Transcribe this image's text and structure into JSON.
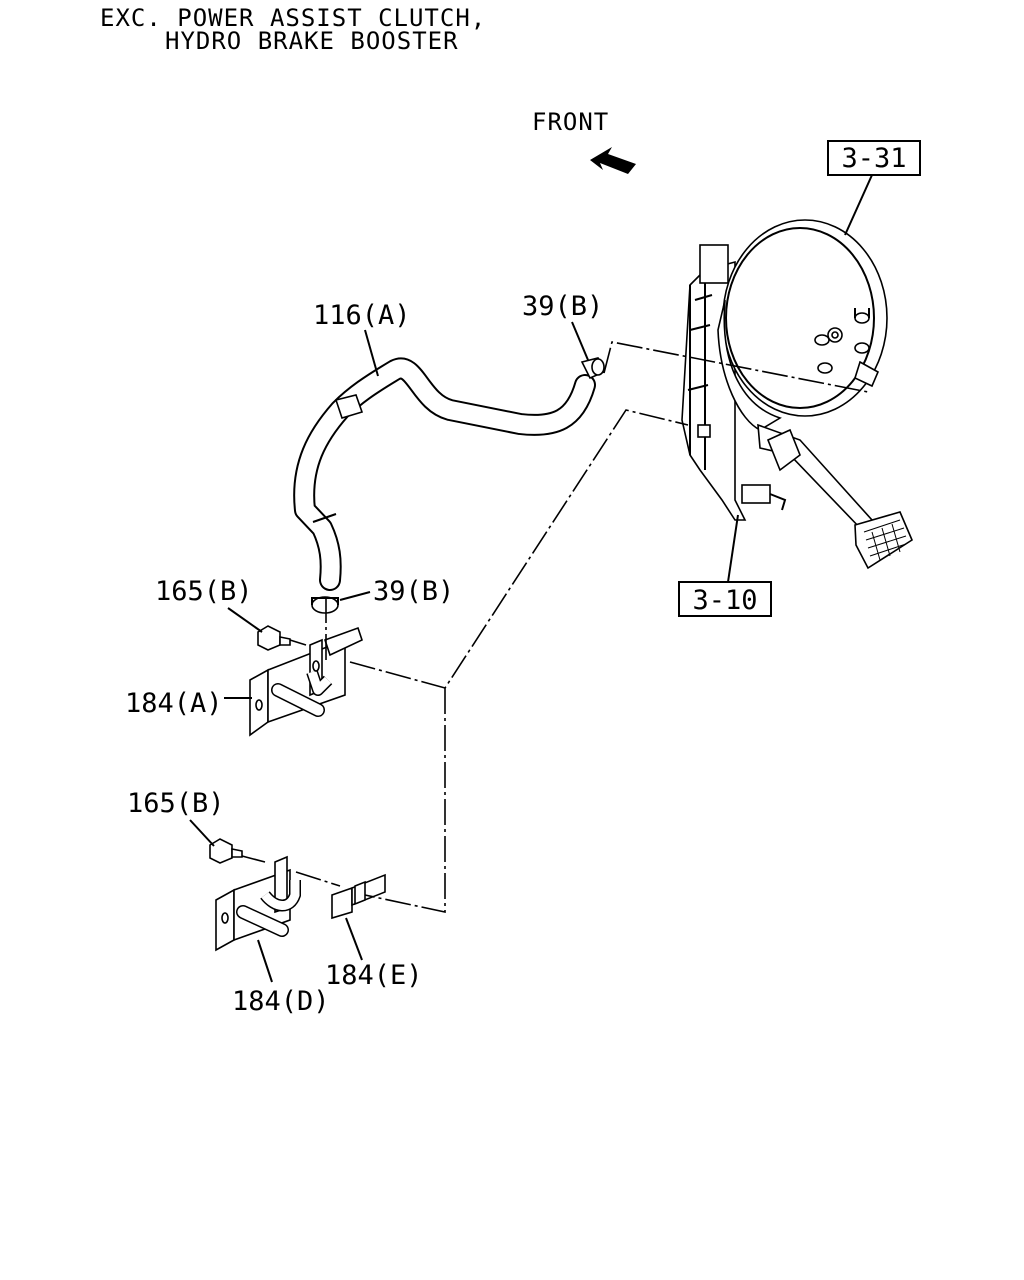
{
  "header": {
    "line1": "EXC. POWER ASSIST CLUTCH,",
    "line2": "HYDRO BRAKE BOOSTER"
  },
  "direction": {
    "label": "FRONT",
    "icon": "arrow-front-icon"
  },
  "callouts": {
    "ref_booster": "3-31",
    "ref_pedal": "3-10",
    "hose": "116(A)",
    "clip_top": "39(B)",
    "clip_mid": "39(B)",
    "bolt_upper": "165(B)",
    "bracket_a": "184(A)",
    "bolt_lower": "165(B)",
    "bracket_d": "184(D)",
    "bracket_e": "184(E)"
  },
  "colors": {
    "ink": "#000000",
    "paper": "#ffffff"
  }
}
